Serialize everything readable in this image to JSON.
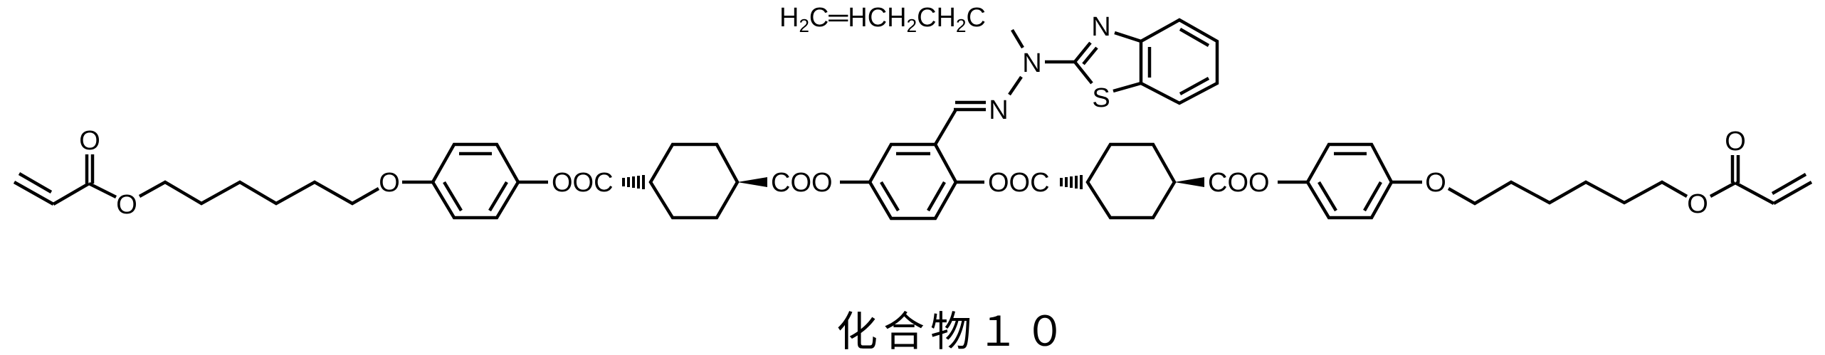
{
  "figure": {
    "caption": "化合物１０",
    "background": "#ffffff",
    "stroke_color": "#000000"
  },
  "labels": {
    "allyl_chain": "H₂C═HCH₂CH₂C",
    "left_acrylate_carbonyl_o": "O",
    "left_acrylate_ester_o": "O",
    "left_ether_o": "O",
    "left_ooc": "OOC",
    "left_coo": "COO",
    "center_ooc": "OOC",
    "right_coo": "COO",
    "right_ether_o": "O",
    "right_acrylate_ester_o": "O",
    "right_acrylate_carbonyl_o": "O",
    "hydrazine_n": "N",
    "imine_n": "N",
    "thiazole_n": "N",
    "thiazole_s": "S"
  }
}
